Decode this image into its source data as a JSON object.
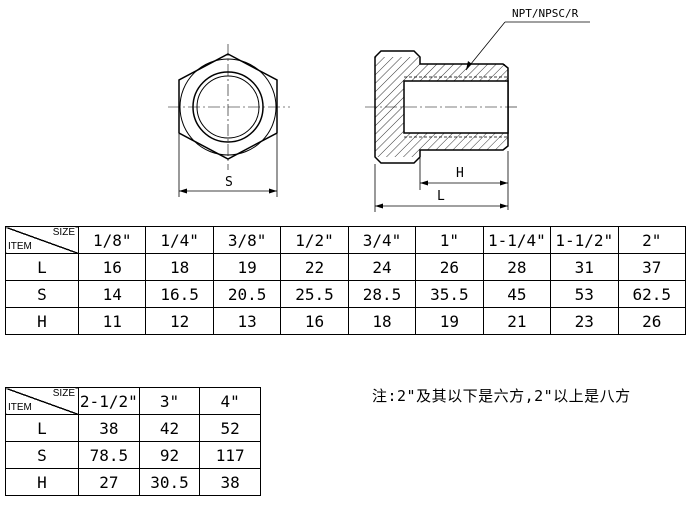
{
  "drawing": {
    "thread_label": "NPT/NPSC/R",
    "dim_s": "S",
    "dim_h": "H",
    "dim_l": "L"
  },
  "table1": {
    "corner_size": "SIZE",
    "corner_item": "ITEM",
    "sizes": [
      "1/8\"",
      "1/4\"",
      "3/8\"",
      "1/2\"",
      "3/4\"",
      "1\"",
      "1-1/4\"",
      "1-1/2\"",
      "2\""
    ],
    "rows": [
      {
        "label": "L",
        "values": [
          "16",
          "18",
          "19",
          "22",
          "24",
          "26",
          "28",
          "31",
          "37"
        ]
      },
      {
        "label": "S",
        "values": [
          "14",
          "16.5",
          "20.5",
          "25.5",
          "28.5",
          "35.5",
          "45",
          "53",
          "62.5"
        ]
      },
      {
        "label": "H",
        "values": [
          "11",
          "12",
          "13",
          "16",
          "18",
          "19",
          "21",
          "23",
          "26"
        ]
      }
    ]
  },
  "table2": {
    "corner_size": "SIZE",
    "corner_item": "ITEM",
    "sizes": [
      "2-1/2\"",
      "3\"",
      "4\""
    ],
    "rows": [
      {
        "label": "L",
        "values": [
          "38",
          "42",
          "52"
        ]
      },
      {
        "label": "S",
        "values": [
          "78.5",
          "92",
          "117"
        ]
      },
      {
        "label": "H",
        "values": [
          "27",
          "30.5",
          "38"
        ]
      }
    ]
  },
  "note": "注:2\"及其以下是六方,2\"以上是八方"
}
